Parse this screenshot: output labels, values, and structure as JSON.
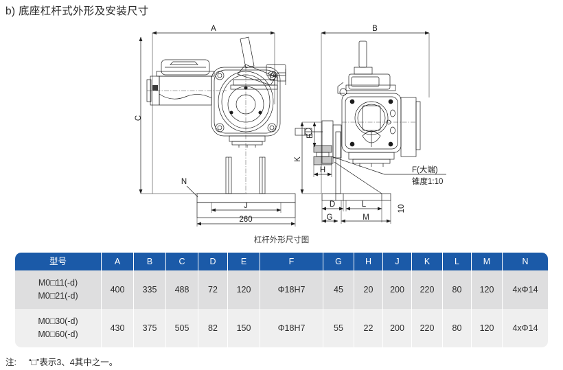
{
  "section": {
    "title": "b) 底座杠杆式外形及安装尺寸"
  },
  "figure": {
    "caption": "杠杆外形尺寸图",
    "left_view": {
      "dim_top": "A",
      "dim_left": "C",
      "dim_base_inner": "J",
      "dim_base_outer": "260",
      "leader_label": "N"
    },
    "right_view": {
      "dim_top": "B",
      "dim_k": "K",
      "dim_e": "E",
      "dim_h": "H",
      "dim_d": "D",
      "dim_l": "L",
      "dim_g": "G",
      "dim_m": "M",
      "dim_plate_thickness": "10",
      "note_line1": "F(大端)",
      "note_line2": "锥度1:10"
    }
  },
  "table": {
    "headers": [
      "型号",
      "A",
      "B",
      "C",
      "D",
      "E",
      "F",
      "G",
      "H",
      "J",
      "K",
      "L",
      "M",
      "N"
    ],
    "rows": [
      {
        "model_line1": "M0□11(-d)",
        "model_line2": "M0□21(-d)",
        "values": [
          "400",
          "335",
          "488",
          "72",
          "120",
          "Φ18H7",
          "45",
          "20",
          "200",
          "220",
          "80",
          "120",
          "4xΦ14"
        ]
      },
      {
        "model_line1": "M0□30(-d)",
        "model_line2": "M0□60(-d)",
        "values": [
          "430",
          "375",
          "505",
          "82",
          "150",
          "Φ18H7",
          "55",
          "22",
          "200",
          "220",
          "80",
          "120",
          "4xΦ14"
        ]
      }
    ]
  },
  "footnote": {
    "label": "注:",
    "text": "“□”表示3、4其中之一。"
  },
  "colors": {
    "header_blue": "#1b5aa8",
    "row_a_bg": "#dededf",
    "row_b_bg": "#efefef",
    "line": "#1c1c1c"
  }
}
